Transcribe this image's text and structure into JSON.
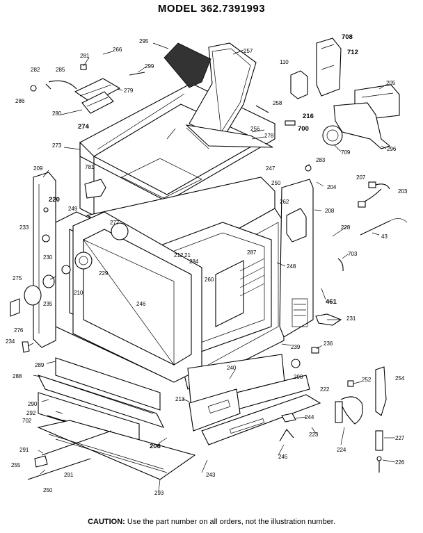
{
  "title": "MODEL 362.7391993",
  "caption": {
    "prefix": "CAUTION:",
    "text": "Use the part number on all orders, not the illustration number."
  },
  "labels": {
    "l295": "295",
    "l257": "257",
    "l708": "708",
    "l712": "712",
    "l110": "110",
    "l281": "281",
    "l266": "266",
    "l299": "299",
    "l282": "282",
    "l285": "285",
    "l279": "279",
    "l286": "286",
    "l280": "280",
    "l274": "274",
    "l205": "205",
    "l258": "258",
    "l216": "216",
    "l700": "700",
    "l256": "256",
    "l278": "278",
    "l709": "709",
    "l296": "296",
    "l273": "273",
    "l283": "283",
    "l209": "209",
    "l781": "781",
    "l247": "247",
    "l204": "204",
    "l207": "207",
    "l203": "203",
    "l220": "220",
    "l250": "250",
    "l262": "262",
    "l249": "249",
    "l208": "208",
    "l233": "233",
    "l277": "277",
    "l228": "228",
    "l43": "43",
    "l212": "212",
    "l21": "21",
    "l284": "284",
    "l287": "287",
    "l230": "230",
    "l229": "229",
    "l703": "703",
    "l248": "248",
    "l275": "275",
    "l210": "210",
    "l260": "260",
    "l246": "246",
    "l235": "235",
    "l461": "461",
    "l276": "276",
    "l231": "231",
    "l234": "234",
    "l239": "239",
    "l236": "236",
    "l289": "289",
    "l298": "298",
    "l288": "288",
    "l240": "240",
    "l252": "252",
    "l254": "254",
    "l222": "222",
    "l290": "290",
    "l292": "292",
    "l702": "702",
    "l213": "213",
    "l244": "244",
    "l223": "223",
    "l224": "224",
    "l227": "227",
    "l206": "206",
    "l291a": "291",
    "l245": "245",
    "l255": "255",
    "l291b": "291",
    "l243": "243",
    "l226": "226",
    "l250b": "250",
    "l293": "293"
  }
}
